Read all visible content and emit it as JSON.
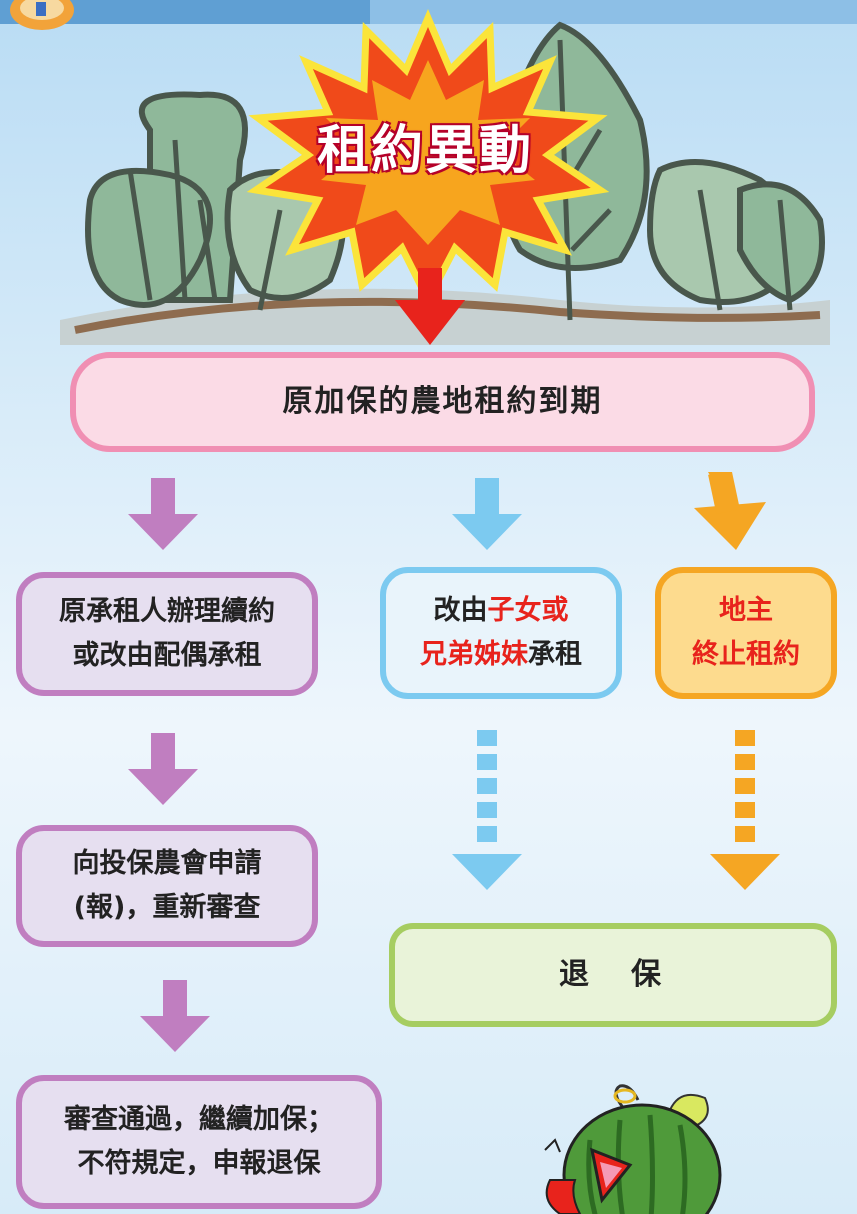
{
  "title": "租約異動",
  "main_node": "原加保的農地租約到期",
  "left_branch": {
    "step1_line1": "原承租人辦理續約",
    "step1_line2": "或改由配偶承租",
    "step2_line1": "向投保農會申請",
    "step2_line2": "(報)，重新審查",
    "step3_line1": "審查通過，繼續加保；",
    "step3_line2": "不符規定，申報退保"
  },
  "middle_branch": {
    "line1_a": "改由",
    "line1_b": "子女或",
    "line2_a": "兄弟姊妹",
    "line2_b": "承租"
  },
  "right_branch": {
    "line1": "地主",
    "line2": "終止租約"
  },
  "result_node": "退　保",
  "colors": {
    "pink_border": "#f08fb3",
    "purple_border": "#c07ec0",
    "blue_border": "#7ccaf0",
    "orange_border": "#f5a623",
    "green_border": "#a6cd61",
    "highlight_red": "#e8231c"
  }
}
